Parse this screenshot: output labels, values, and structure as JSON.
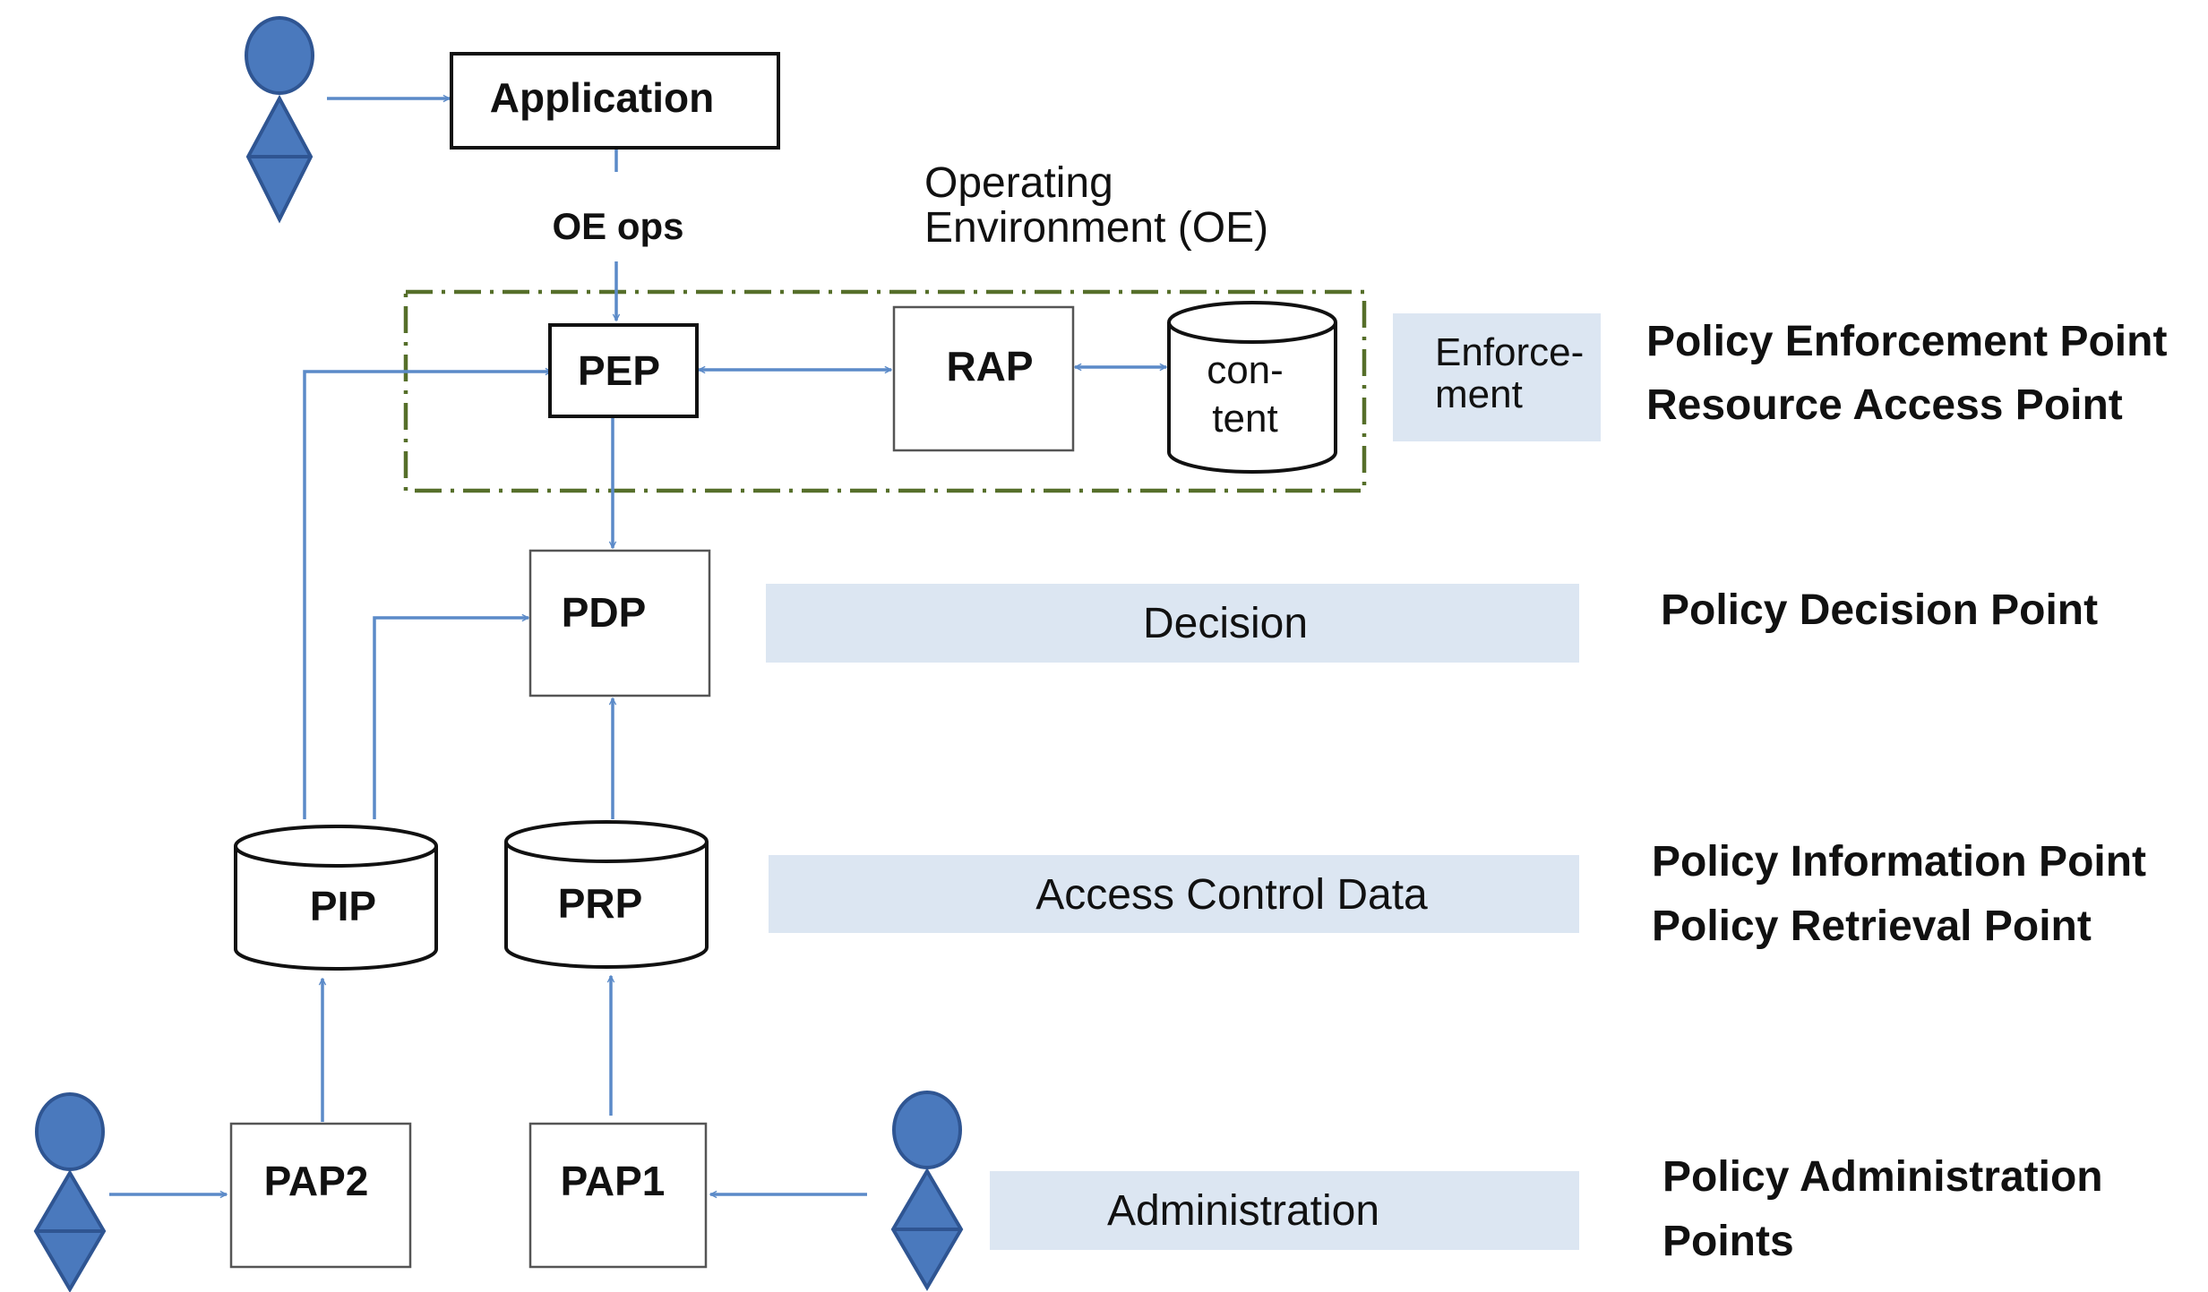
{
  "colors": {
    "connector": "#5b8ac8",
    "person_fill": "#4a79bd",
    "person_stroke": "#2f5592",
    "band_fill": "#dce6f2",
    "oe_border": "#566f2a"
  },
  "icons": {
    "actor": "person-icon",
    "store": "database-cylinder",
    "flow": "arrow-right"
  },
  "nodes": {
    "application": "Application",
    "pep": "PEP",
    "rap": "RAP",
    "content_line1": "con-",
    "content_line2": "tent",
    "pdp": "PDP",
    "pip": "PIP",
    "prp": "PRP",
    "pap2": "PAP2",
    "pap1": "PAP1"
  },
  "labels": {
    "oe_ops": "OE ops",
    "oe_line1": "Operating",
    "oe_line2": "Environment (OE)"
  },
  "layers": {
    "enforcement_line1": "Enforce-",
    "enforcement_line2": "ment",
    "decision": "Decision",
    "access_control_data": "Access Control Data",
    "administration": "Administration"
  },
  "legend": {
    "pep": "Policy Enforcement Point",
    "rap": "Resource Access Point",
    "pdp": "Policy Decision Point",
    "pip": "Policy Information Point",
    "prp": "Policy Retrieval Point",
    "pap_line1": "Policy Administration",
    "pap_line2": "Points"
  }
}
